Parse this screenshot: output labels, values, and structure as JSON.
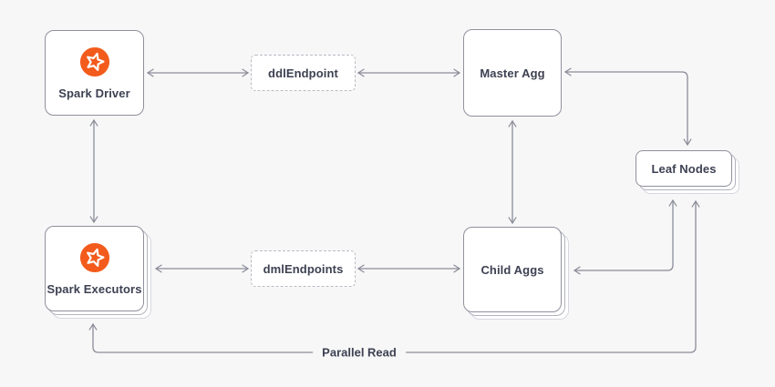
{
  "diagram": {
    "nodes": {
      "spark_driver": {
        "label": "Spark Driver",
        "icon": "star-icon",
        "style": "solid"
      },
      "spark_executors": {
        "label": "Spark Executors",
        "icon": "star-icon",
        "style": "solid-stacked"
      },
      "ddl_endpoint": {
        "label": "ddlEndpoint",
        "style": "dashed"
      },
      "dml_endpoints": {
        "label": "dmlEndpoints",
        "style": "dashed"
      },
      "master_agg": {
        "label": "Master Agg",
        "style": "solid"
      },
      "child_aggs": {
        "label": "Child Aggs",
        "style": "solid-stacked"
      },
      "leaf_nodes": {
        "label": "Leaf Nodes",
        "style": "solid-stacked"
      }
    },
    "edges": [
      {
        "from": "spark_driver",
        "to": "ddl_endpoint",
        "bidirectional": true
      },
      {
        "from": "ddl_endpoint",
        "to": "master_agg",
        "bidirectional": true
      },
      {
        "from": "spark_driver",
        "to": "spark_executors",
        "bidirectional": true
      },
      {
        "from": "spark_executors",
        "to": "dml_endpoints",
        "bidirectional": true
      },
      {
        "from": "dml_endpoints",
        "to": "child_aggs",
        "bidirectional": true
      },
      {
        "from": "master_agg",
        "to": "child_aggs",
        "bidirectional": true
      },
      {
        "from": "master_agg",
        "to": "leaf_nodes",
        "bidirectional": true
      },
      {
        "from": "child_aggs",
        "to": "leaf_nodes",
        "bidirectional": true
      },
      {
        "from": "spark_executors",
        "to": "leaf_nodes",
        "bidirectional": true,
        "label": "Parallel Read"
      }
    ],
    "labels": {
      "parallel_read": "Parallel Read"
    },
    "colors": {
      "background": "#f7f7f8",
      "node_fill": "#ffffff",
      "node_border": "#8f909c",
      "dashed_border": "#b9bac3",
      "connector": "#8b8c98",
      "text": "#3d4152",
      "accent_orange": "#f35b1c"
    }
  }
}
